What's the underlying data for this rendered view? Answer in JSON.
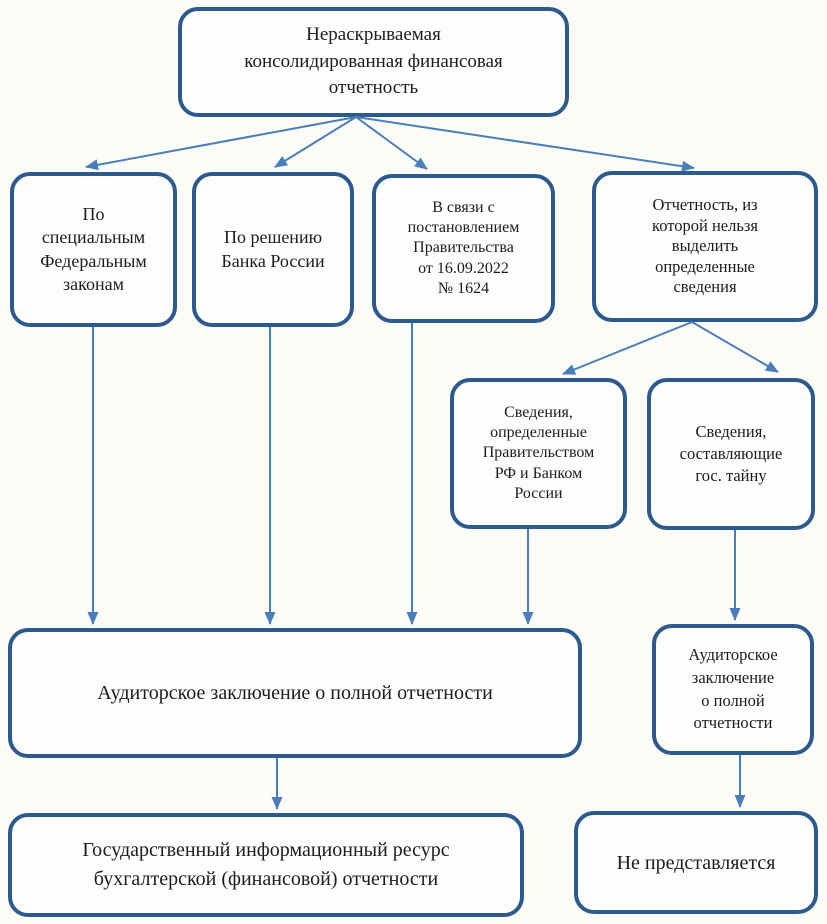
{
  "diagram": {
    "title": "Нераскрываемая консолидированная финансовая отчетность",
    "colors": {
      "box_border": "#2d5a8c",
      "box_fill": "#fdfdfb",
      "arrow": "#4a7ebb",
      "text": "#1c1c1c",
      "background": "#fbfbf8"
    },
    "nodes": {
      "root": {
        "text": "Нераскрываемая\nконсолидированная финансовая\nотчетность"
      },
      "special_laws": {
        "text": "По\nспециальным\nФедеральным\nзаконам"
      },
      "bank_decision": {
        "text": "По решению\nБанка России"
      },
      "gov_resolution": {
        "text": "В связи с\nпостановлением\nПравительства\nот 16.09.2022\n№ 1624"
      },
      "cannot_separate": {
        "text": "Отчетность, из\nкоторой нельзя\nвыделить\nопределенные\nсведения"
      },
      "info_gov_cb": {
        "text": "Сведения,\nопределенные\nПравительством\nРФ и Банком\nРоссии"
      },
      "state_secret": {
        "text": "Сведения,\nсоставляющие\nгос. тайну"
      },
      "audit_full": {
        "text": "Аудиторское заключение о полной отчетности"
      },
      "audit_small": {
        "text": "Аудиторское\nзаключение\nо полной\nотчетности"
      },
      "gov_resource": {
        "text": "Государственный информационный ресурс\nбухгалтерской (финансовой) отчетности"
      },
      "not_submitted": {
        "text": "Не представляется"
      }
    }
  }
}
